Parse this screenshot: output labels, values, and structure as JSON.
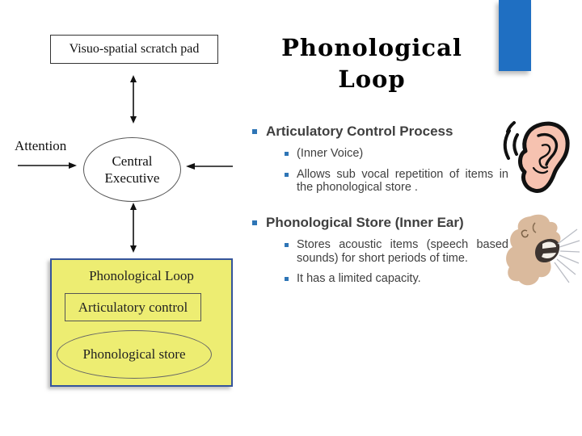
{
  "title": {
    "line1": "Phonological",
    "line2": "Loop"
  },
  "diagram": {
    "scratchpad_label": "Visuo-spatial scratch pad",
    "attention_label": "Attention",
    "central_executive": {
      "line1": "Central",
      "line2": "Executive"
    },
    "loop_box": {
      "title": "Phonological Loop",
      "articulatory_label": "Articulatory control",
      "store_label": "Phonological store"
    }
  },
  "content": {
    "sections": [
      {
        "heading": "Articulatory Control Process",
        "items": [
          "(Inner Voice)",
          "Allows sub vocal repetition of items in the phonological store ."
        ]
      },
      {
        "heading": "Phonological Store (Inner Ear)",
        "items": [
          "Stores acoustic items (speech based sounds) for short periods of time.",
          "It has a limited capacity."
        ]
      }
    ]
  },
  "icons": {
    "ear": "ear-listening-icon",
    "mouth": "speaking-mouth-icon"
  },
  "colors": {
    "accent_blue": "#1F6FC2",
    "bullet_blue": "#2E75B6",
    "loop_box_fill": "#EDED72",
    "loop_box_border": "#35549B",
    "body_text": "#3F3F3F"
  }
}
